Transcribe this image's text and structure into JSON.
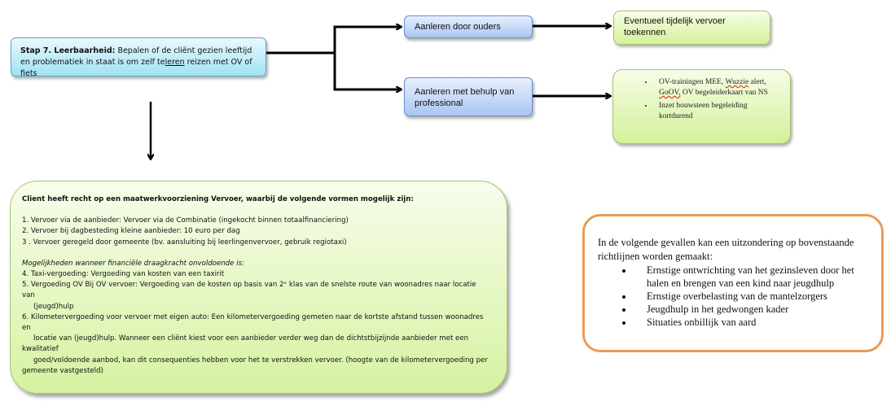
{
  "step7": {
    "label": "Stap 7. Leerbaarheid:",
    "text_before": " Bepalen of de cliënt gezien leeftijd en problematiek in staat is om zelf te",
    "underlined": "leren",
    "text_after": " reizen met OV of fiets"
  },
  "branches": [
    {
      "label": "Aanleren door ouders",
      "outcome": "Eventueel tijdelijk vervoer toekennen"
    },
    {
      "label": "Aanleren met behulp van professional",
      "outcome_items": [
        {
          "pre": "OV-trainingen MEE, ",
          "squig1": "Wuzzie",
          "mid": " alert, ",
          "squig2": "GoOV,",
          "post": " OV begeleiderkaart van NS"
        },
        {
          "text": "Inzet bouwsteen begeleiding kortdurend"
        }
      ]
    }
  ],
  "maatwerk": {
    "title": "Client heeft recht op een maatwerkvoorziening Vervoer, waarbij de volgende vormen mogelijk zijn:",
    "items": [
      "1.   Vervoer via de aanbieder: Vervoer via de Combinatie (ingekocht binnen totaalfinanciering)",
      "2.   Vervoer bij dagbesteding kleine aanbieder: 10 euro per dag",
      "3 .  Vervoer geregeld door gemeente (bv. aansluiting bij leerlingenvervoer, gebruik regiotaxi)"
    ],
    "subheading": "Mogelijkheden wanneer financiële draagkracht onvoldoende is:",
    "lines": [
      "4.  Taxi-vergoeding: Vergoeding van kosten van een taxirit",
      "5.  Vergoeding OV Bij OV vervoer: Vergoeding van de kosten op basis van 2ᵉ klas van de snelste route van woonadres naar locatie",
      "van",
      "(jeugd)hulp",
      "6.  Kilometervergoeding voor vervoer met eigen auto: Een kilometervergoeding gemeten naar de kortste afstand tussen woonadres",
      "en",
      "locatie van (jeugd)hulp. Wanneer een cliënt kiest voor een aanbieder verder weg dan de dichtstbijzijnde aanbieder met een",
      "kwalitatief",
      "goed/voldoende aanbod, kan dit consequenties hebben voor het te verstrekken vervoer. (hoogte van de kilometervergoeding per",
      "gemeente vastgesteld)"
    ]
  },
  "uitzondering": {
    "intro": "In de volgende gevallen kan een uitzondering op bovenstaande richtlijnen worden gemaakt:",
    "items": [
      "Ernstige ontwrichting van het gezinsleven door het halen en brengen van een kind naar jeugdhulp",
      "Ernstige overbelasting van de mantelzorgers",
      "Jeugdhulp in het gedwongen kader",
      "Situaties onbillijk van aard"
    ]
  },
  "colors": {
    "step_box": "#9fe2f5",
    "branch_box": "#a9c5f3",
    "outcome_box": "#d4f19a",
    "exception_border": "#ec9a55"
  }
}
